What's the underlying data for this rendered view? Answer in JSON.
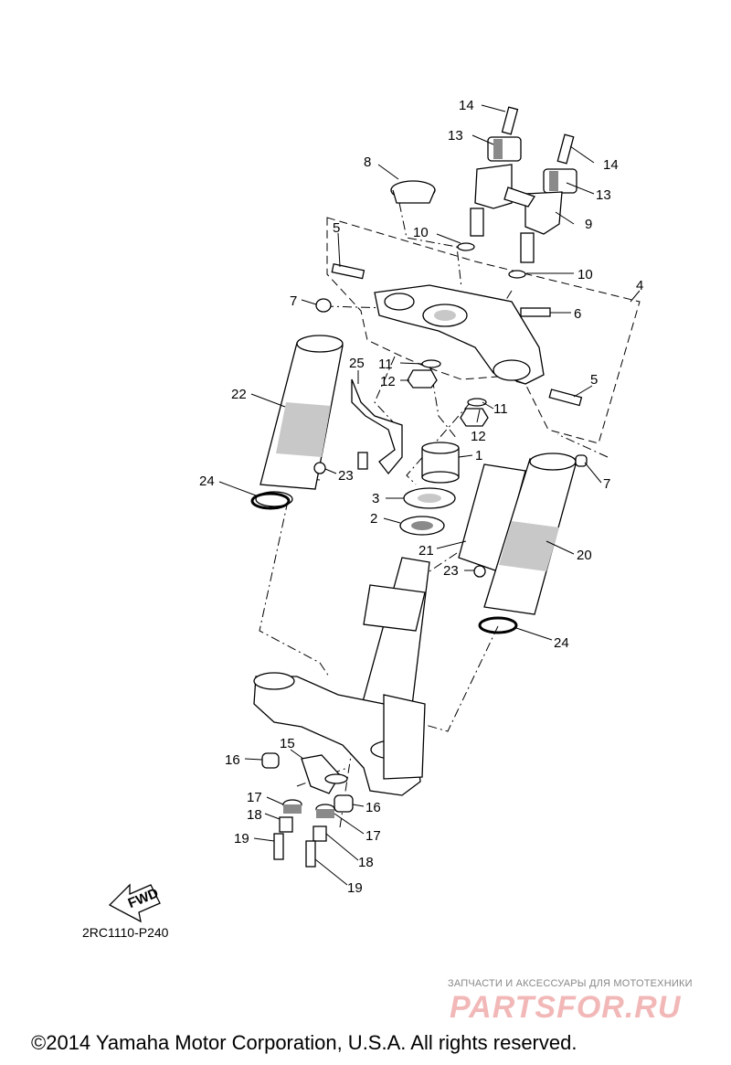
{
  "callouts": [
    "14",
    "13",
    "14",
    "13",
    "9",
    "8",
    "10",
    "10",
    "5",
    "4",
    "7",
    "6",
    "5",
    "11",
    "12",
    "11",
    "12",
    "25",
    "22",
    "23",
    "1",
    "7",
    "24",
    "3",
    "2",
    "21",
    "20",
    "23",
    "24",
    "15",
    "16",
    "16",
    "17",
    "18",
    "17",
    "19",
    "18",
    "19"
  ],
  "fwd_badge": "FWD",
  "drawing_code": "2RC1110-P240",
  "watermark": {
    "tagline": "ЗАПЧАСТИ И АКСЕССУАРЫ ДЛЯ МОТОТЕХНИКИ",
    "logo": "PARTSFOR.RU",
    "color": "#f2b8b8"
  },
  "copyright": "©2014 Yamaha Motor Corporation, U.S.A. All rights reserved."
}
